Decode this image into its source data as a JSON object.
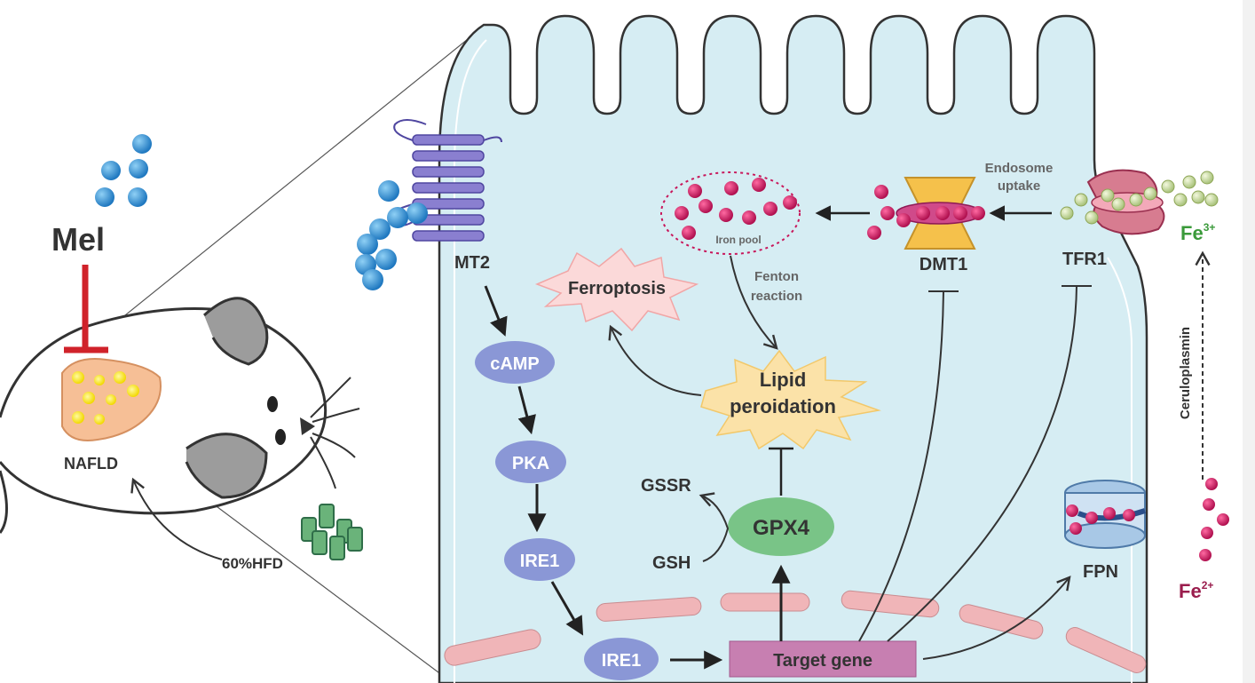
{
  "labels": {
    "mel": "Mel",
    "nafld": "NAFLD",
    "hfd": "60%HFD",
    "mt2": "MT2",
    "camp": "cAMP",
    "pka": "PKA",
    "ire1_upper": "IRE1",
    "ire1_lower": "IRE1",
    "target_gene": "Target gene",
    "ferroptosis": "Ferroptosis",
    "lipid_line1": "Lipid",
    "lipid_line2": "peroidation",
    "iron_pool": "Iron pool",
    "fenton_line1": "Fenton",
    "fenton_line2": "reaction",
    "gpx4": "GPX4",
    "gssr": "GSSR",
    "gsh": "GSH",
    "dmt1": "DMT1",
    "tfr1": "TFR1",
    "endosome_line1": "Endosome",
    "endosome_line2": "uptake",
    "fe3_base": "Fe",
    "fe3_sup": "3+",
    "fe2_base": "Fe",
    "fe2_sup": "2+",
    "fpn": "FPN",
    "ceruloplasmin": "Ceruloplasmin"
  },
  "colors": {
    "cell_fill": "#d6edf3",
    "cell_stroke": "#333333",
    "node_fill": "#8a97d6",
    "target_fill": "#c77fb1",
    "gpx4_fill": "#79c487",
    "burst_fill": "#fbd9d9",
    "lipid_fill": "#fbe2a8",
    "iron_fill": "#c8175b",
    "mel_dot": "#2c8fd4",
    "inhibit_red": "#d0222a",
    "fe3_green": "#3a9a3a",
    "fe2_maroon": "#9a1d4d",
    "er_fill": "#f0b5b8"
  }
}
